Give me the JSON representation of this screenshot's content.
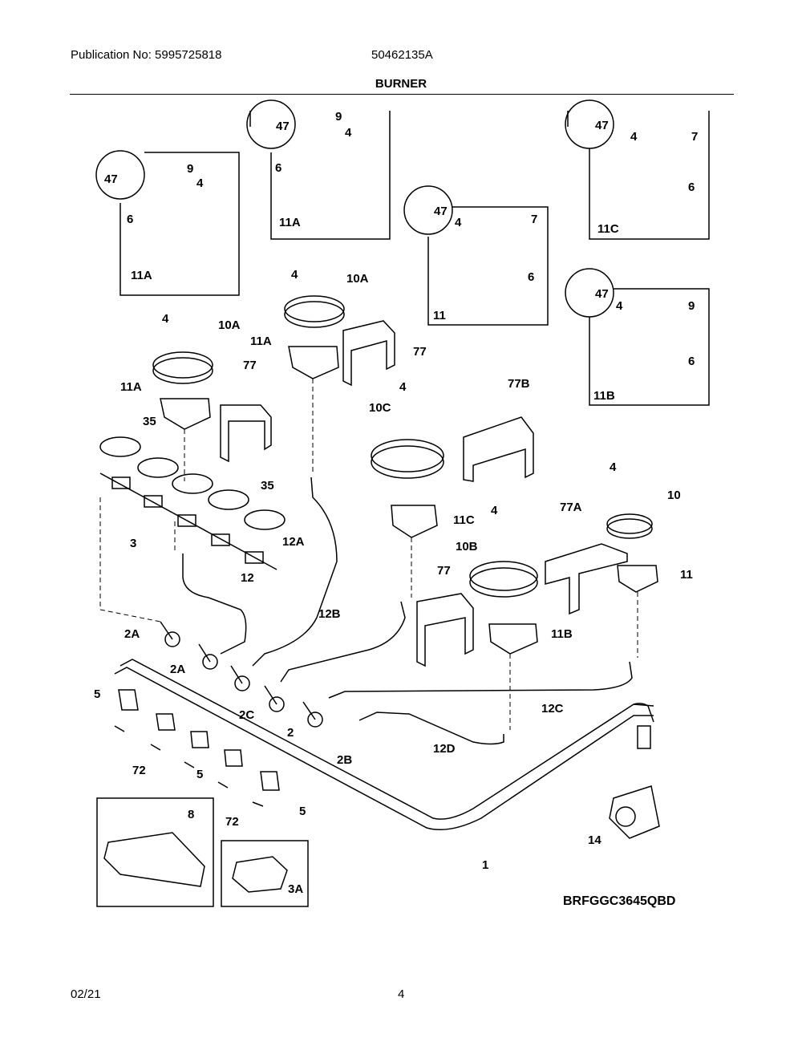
{
  "header": {
    "publication": "Publication No: 5995725818",
    "doc_number": "50462135A",
    "section_title": "BURNER"
  },
  "diagram": {
    "model_code": "BRFGGC3645QBD",
    "labels": [
      "47",
      "9",
      "4",
      "6",
      "11A",
      "47",
      "9",
      "4",
      "6",
      "11A",
      "47",
      "4",
      "7",
      "6",
      "11",
      "47",
      "4",
      "7",
      "6",
      "11C",
      "47",
      "4",
      "9",
      "6",
      "11B",
      "4",
      "10A",
      "11A",
      "77",
      "4",
      "10A",
      "11A",
      "77",
      "35",
      "35",
      "3",
      "12A",
      "12",
      "4",
      "10C",
      "77B",
      "11C",
      "4",
      "10",
      "77A",
      "11",
      "4",
      "10B",
      "77",
      "11B",
      "2A",
      "2A",
      "2C",
      "2",
      "2B",
      "12B",
      "12C",
      "12D",
      "5",
      "72",
      "5",
      "5",
      "72",
      "1",
      "14",
      "8",
      "3A"
    ]
  },
  "footer": {
    "date": "02/21",
    "page": "4"
  }
}
